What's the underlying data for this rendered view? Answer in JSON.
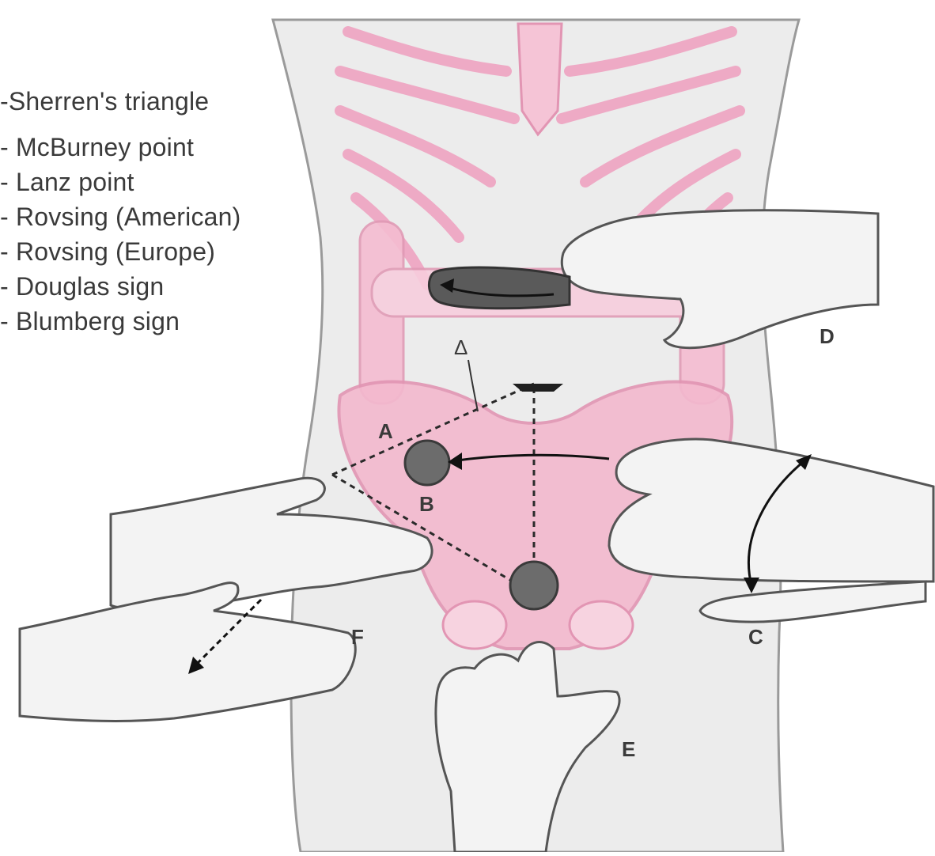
{
  "legend": {
    "items": [
      "-Sherren's triangle",
      "- McBurney point",
      "- Lanz point",
      "- Rovsing (American)",
      "- Rovsing (Europe)",
      "- Douglas sign",
      "- Blumberg sign"
    ]
  },
  "markers": {
    "a": "A",
    "b": "B",
    "c": "C",
    "d": "D",
    "e": "E",
    "f": "F",
    "triangle": "Δ"
  },
  "colors": {
    "skin": "#ececec",
    "skin_shadow": "#c9c9c9",
    "skeleton": "#f2b8cf",
    "skeleton_dark": "#e295b3",
    "point": "#6c6c6c",
    "line": "#2a2a2a"
  }
}
